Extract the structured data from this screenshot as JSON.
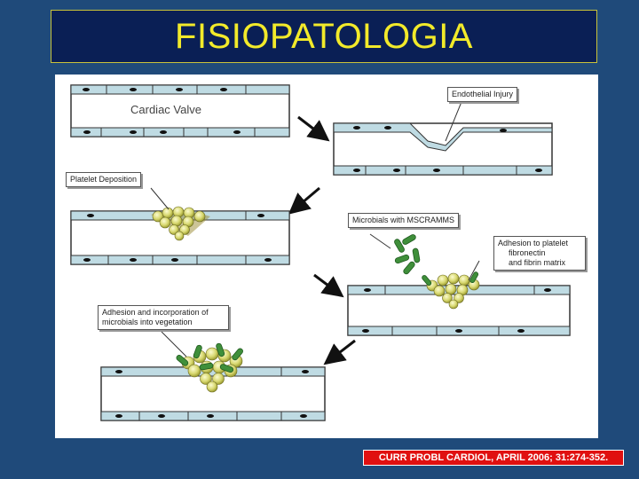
{
  "slide": {
    "title": "FISIOPATOLOGIA",
    "citation": "CURR PROBL CARDIOL, APRIL 2006; 31:274-352.",
    "colors": {
      "background": "#1f4a7a",
      "title_box": "#0a1f55",
      "title_text": "#f2ea2a",
      "citation_bg": "#e01010"
    }
  },
  "diagram": {
    "labels": {
      "cardiac_valve": "Cardiac Valve",
      "endothelial_injury": "Endothelial Injury",
      "platelet_deposition": "Platelet Deposition",
      "microbials": "Microbials with MSCRAMMS",
      "adhesion_platelet_1": "Adhesion to platelet",
      "adhesion_platelet_2": "fibronectin",
      "adhesion_platelet_3": "and fibrin matrix",
      "incorporation_1": "Adhesion and incorporation of",
      "incorporation_2": "microbials into vegetation"
    }
  }
}
